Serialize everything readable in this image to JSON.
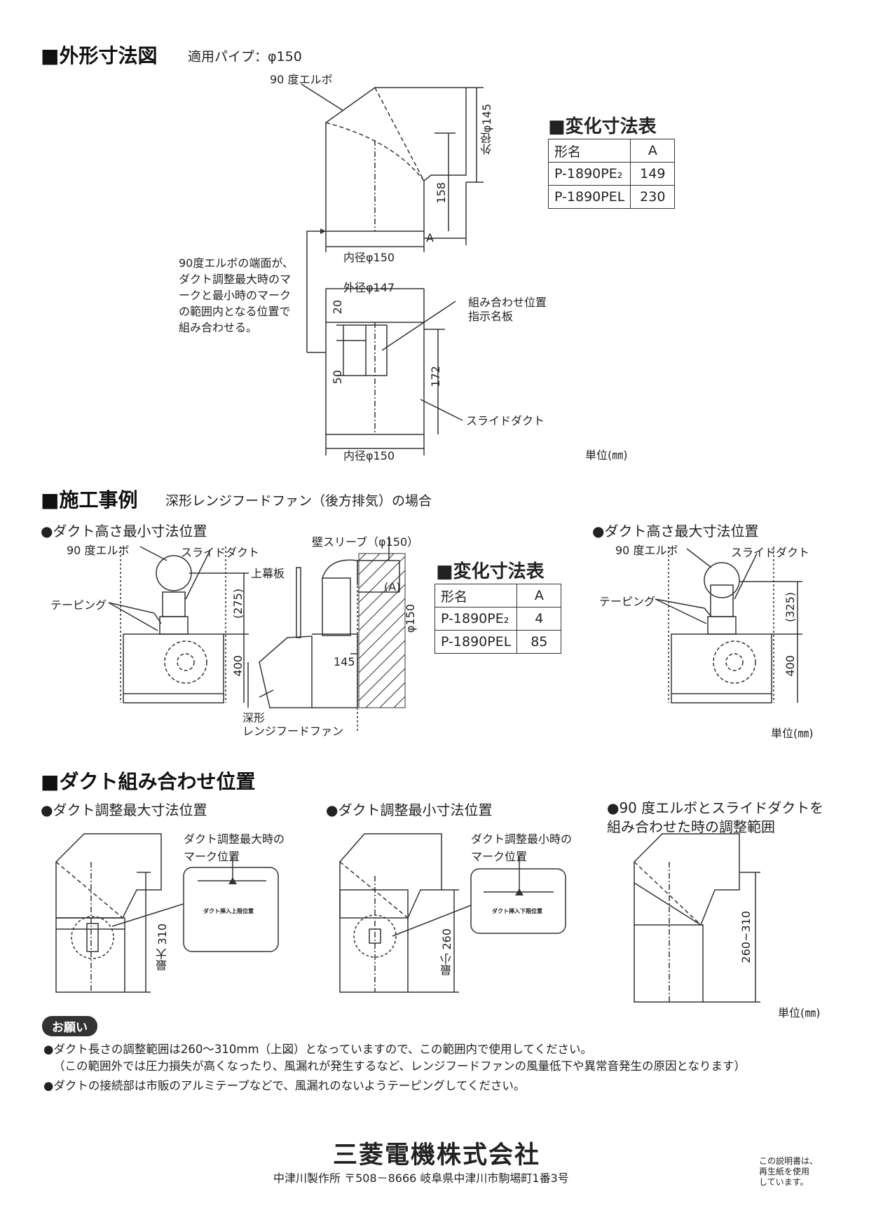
{
  "sec1": {
    "title": "■外形寸法図",
    "pipe": "適用パイプ：φ150",
    "elbow_label": "90 度エルボ",
    "outer145": "外径φ145",
    "dim158": "158",
    "dimA": "A",
    "inner150_top": "内径φ150",
    "outer147": "外径φ147",
    "dim20": "20",
    "dim50": "50",
    "dim172": "172",
    "nameplate": "組み合わせ位置\n指示名板",
    "slide_duct": "スライドダクト",
    "inner150_bottom": "内径φ150",
    "unit": "単位(㎜)",
    "instruction": "90度エルボの端面が、\nダクト調整最大時のマ\nークと最小時のマーク\nの範囲内となる位置で\n組み合わせる。",
    "table": {
      "title": "■変化寸法表",
      "header": [
        "形名",
        "A"
      ],
      "rows": [
        [
          "P-1890PE₂",
          "149"
        ],
        [
          "P-1890PEL",
          "230"
        ]
      ]
    }
  },
  "sec2": {
    "title": "■施工事例",
    "subtitle": "深形レンジフードファン（後方排気）の場合",
    "min_title": "●ダクト高さ最小寸法位置",
    "max_title": "●ダクト高さ最大寸法位置",
    "elbow": "90 度エルボ",
    "slide": "スライドダクト",
    "taping": "テーピング",
    "dim275": "(275)",
    "dim325": "(325)",
    "dim400": "400",
    "wall_sleeve": "壁スリーブ（φ150）",
    "upper_board": "上幕板",
    "dimA": "(A)",
    "dim150": "φ150",
    "dim145": "145",
    "fan_label": "深形\nレンジフードファン",
    "unit": "単位(㎜)",
    "table": {
      "title": "■変化寸法表",
      "header": [
        "形名",
        "A"
      ],
      "rows": [
        [
          "P-1890PE₂",
          "4"
        ],
        [
          "P-1890PEL",
          "85"
        ]
      ]
    }
  },
  "sec3": {
    "title": "■ダクト組み合わせ位置",
    "c1_title": "●ダクト調整最大寸法位置",
    "c1_callout": "ダクト調整最大時の\nマーク位置",
    "c1_plate": "ダクト挿入上限位置",
    "c1_dim": "最大 310",
    "c2_title": "●ダクト調整最小寸法位置",
    "c2_callout": "ダクト調整最小時の\nマーク位置",
    "c2_plate": "ダクト挿入下限位置",
    "c2_dim": "最小 260",
    "c3_title": "●90 度エルボとスライドダクトを\n組み合わせた時の調整範囲",
    "c3_dim": "260~310",
    "unit": "単位(㎜)"
  },
  "notes": {
    "badge": "お願い",
    "line1": "●ダクト長さの調整範囲は260～310mm（上図）となっていますので、この範囲内で使用してください。",
    "line2": "（この範囲外では圧力損失が高くなったり、風漏れが発生するなど、レンジフードファンの風量低下や異常音発生の原因となります）",
    "line3": "●ダクトの接続部は市販のアルミテープなどで、風漏れのないようテーピングしてください。"
  },
  "footer": {
    "company": "三菱電機株式会社",
    "address": "中津川製作所 〒508－8666 岐阜県中津川市駒場町1番3号",
    "recycled": "この説明書は、\n再生紙を使用\nしています。"
  }
}
